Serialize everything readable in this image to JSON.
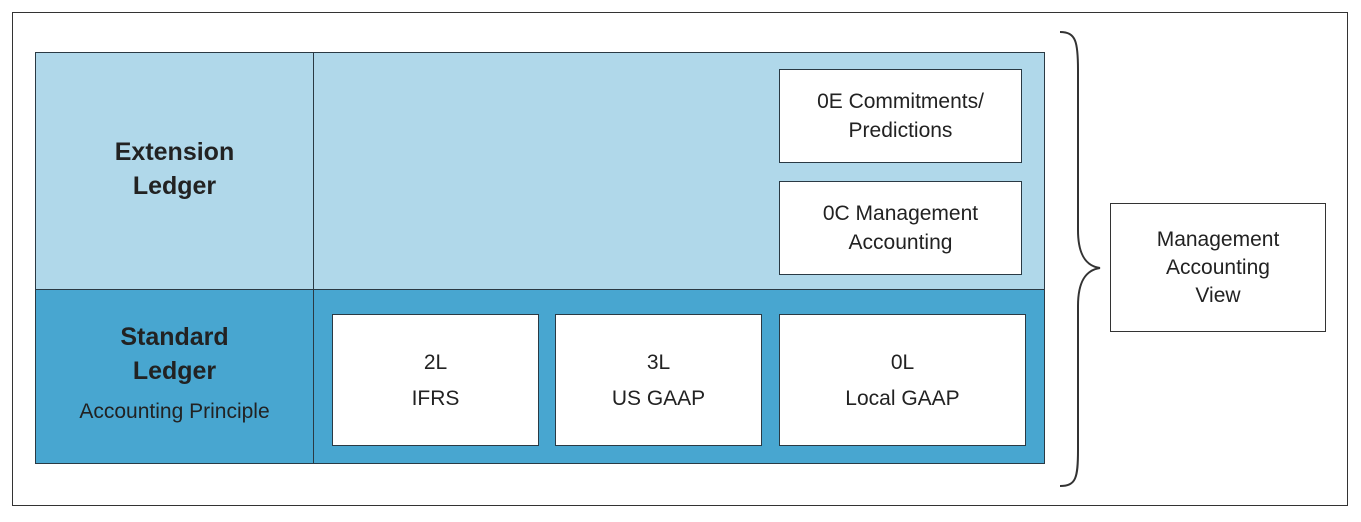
{
  "extension_ledger": {
    "title": "Extension Ledger",
    "boxes": [
      {
        "code": "0E",
        "name": "Commitments/ Predictions",
        "text": "0E Commitments/ Predictions"
      },
      {
        "code": "0C",
        "name": "Management Accounting",
        "text": "0C Management Accounting"
      }
    ]
  },
  "standard_ledger": {
    "title": "Standard Ledger",
    "subtitle": "Accounting Principle",
    "boxes": [
      {
        "code": "2L",
        "principle": "IFRS"
      },
      {
        "code": "3L",
        "principle": "US GAAP"
      },
      {
        "code": "0L",
        "principle": "Local GAAP"
      }
    ]
  },
  "view": {
    "label": "Management Accounting View"
  },
  "colors": {
    "extension_fill": "#b0d8ea",
    "standard_fill": "#48a6d0",
    "box_fill": "#ffffff",
    "border": "#2a3a44"
  }
}
